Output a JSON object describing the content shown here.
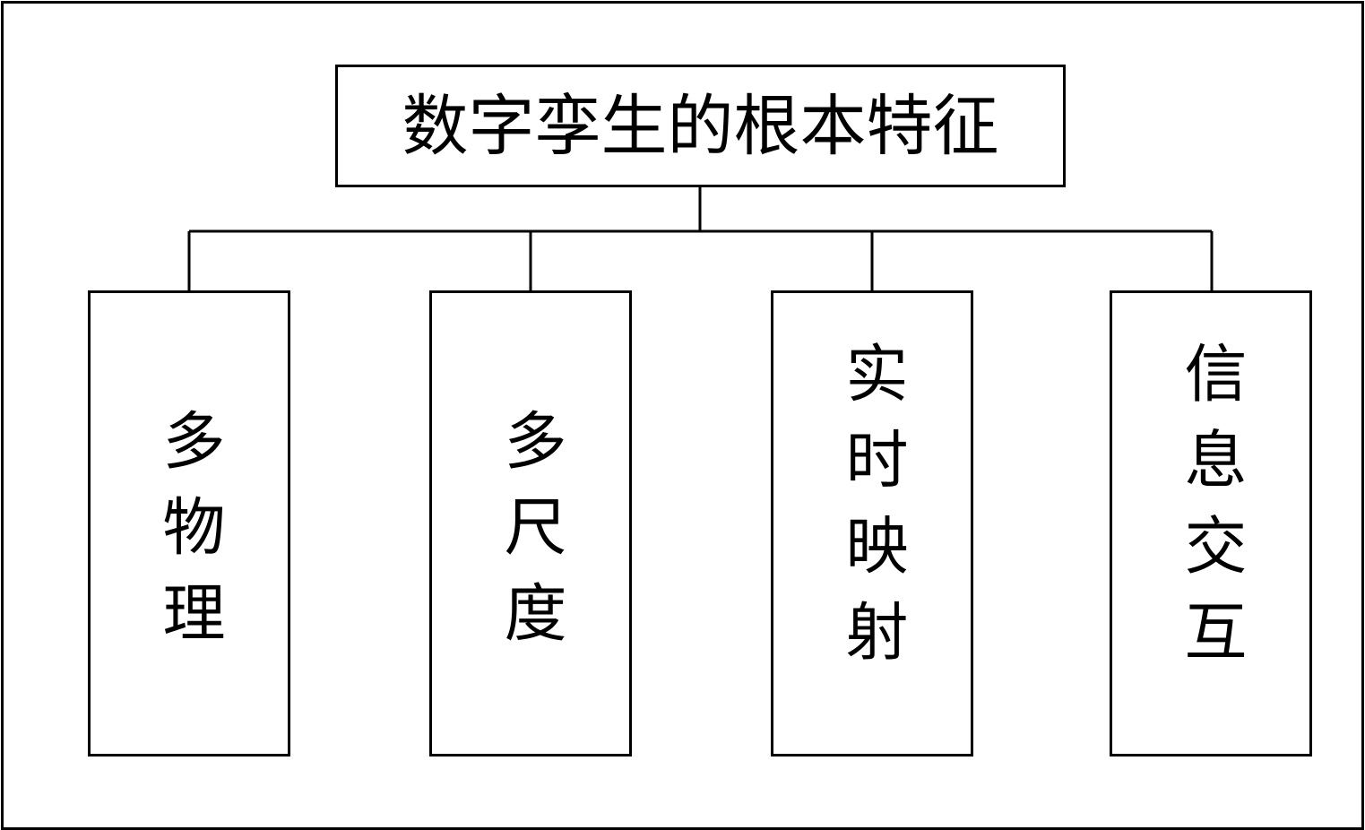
{
  "diagram": {
    "root": {
      "label": "数字孪生的根本特征"
    },
    "children": [
      {
        "label": "多物理"
      },
      {
        "label": "多尺度"
      },
      {
        "label": "实时映射"
      },
      {
        "label": "信息交互"
      }
    ]
  }
}
